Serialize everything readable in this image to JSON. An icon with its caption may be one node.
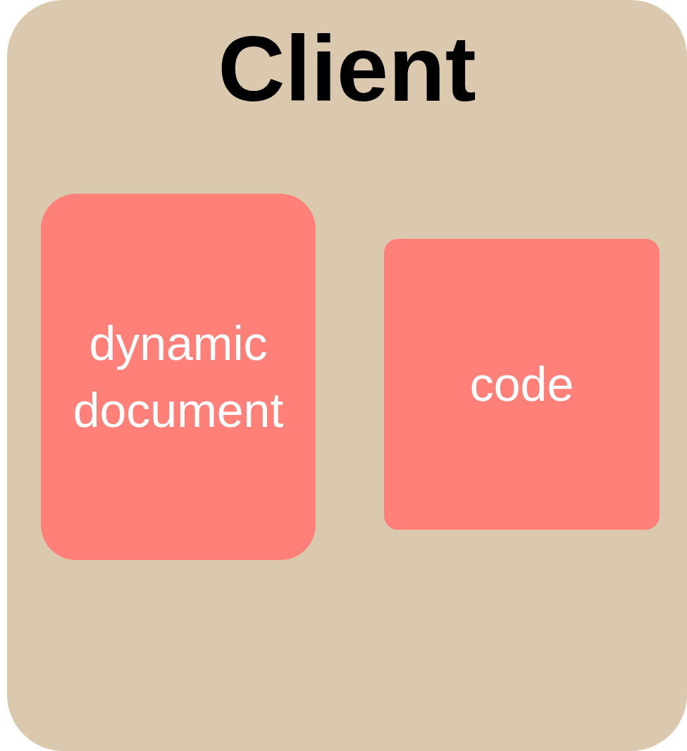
{
  "diagram": {
    "nodes": [
      {
        "text": [
          "Client"
        ]
      },
      {
        "text": [
          "dynamic document"
        ],
        "in": 0
      },
      {
        "text": [
          "code"
        ],
        "in": 0
      }
    ]
  }
}
